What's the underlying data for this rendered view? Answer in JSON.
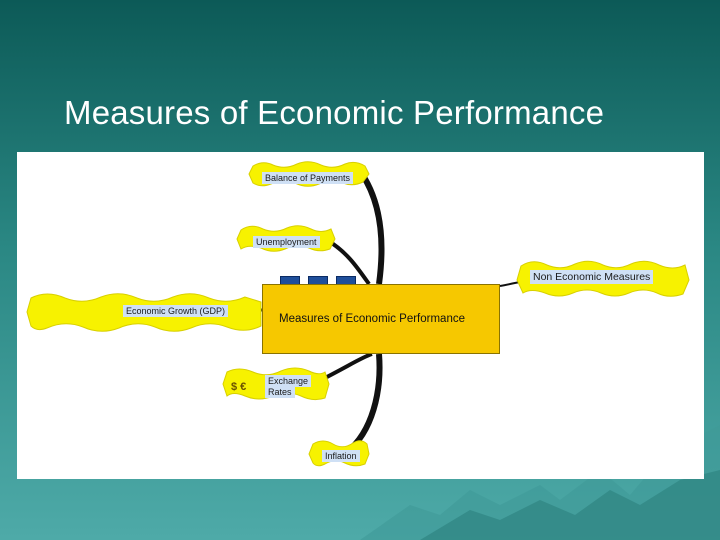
{
  "slide": {
    "title": "Measures of Economic Performance"
  },
  "diagram": {
    "central": "Measures of Economic Performance",
    "branches": {
      "balance_of_payments": "Balance of Payments",
      "unemployment": "Unemployment",
      "economic_growth": "Economic Growth (GDP)",
      "exchange_rates_line1": "Exchange",
      "exchange_rates_line2": "Rates",
      "currency_symbols": "$ €",
      "inflation": "Inflation",
      "non_economic": "Non Economic Measures"
    }
  },
  "colors": {
    "node_fill": "#f7f200",
    "central_fill": "#f6c800",
    "label_fill": "#cfe0f5",
    "tab_fill": "#1f4f9b"
  }
}
